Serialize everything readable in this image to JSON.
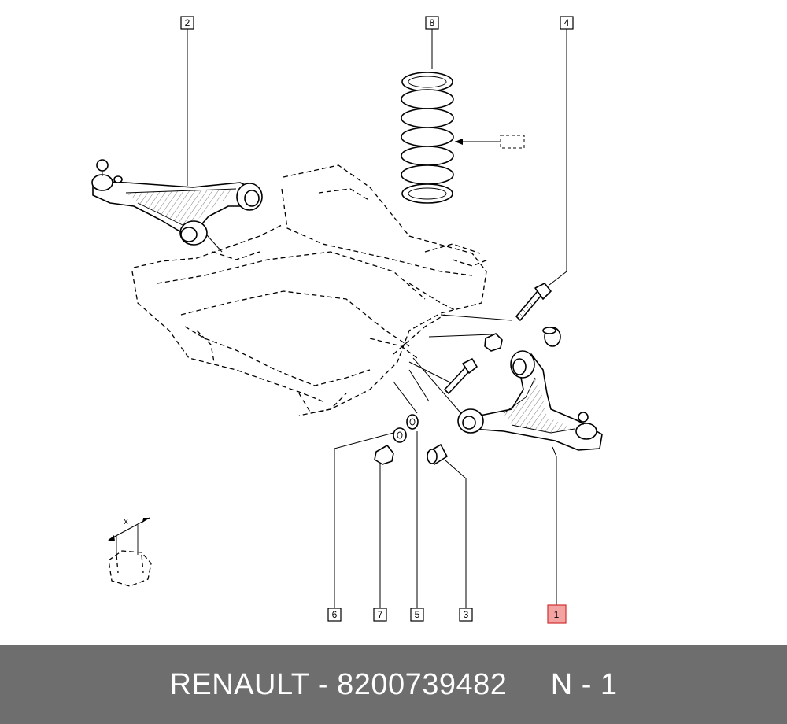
{
  "diagram": {
    "callouts": [
      "1",
      "2",
      "3",
      "4",
      "5",
      "6",
      "7",
      "8"
    ],
    "highlighted_callout": "1",
    "torque_symbol_label": "x"
  },
  "footer": {
    "text": "RENAULT - 8200739482     N - 1",
    "background_color": "#6e6e6e",
    "highlight_color": "#f4a3a3"
  }
}
